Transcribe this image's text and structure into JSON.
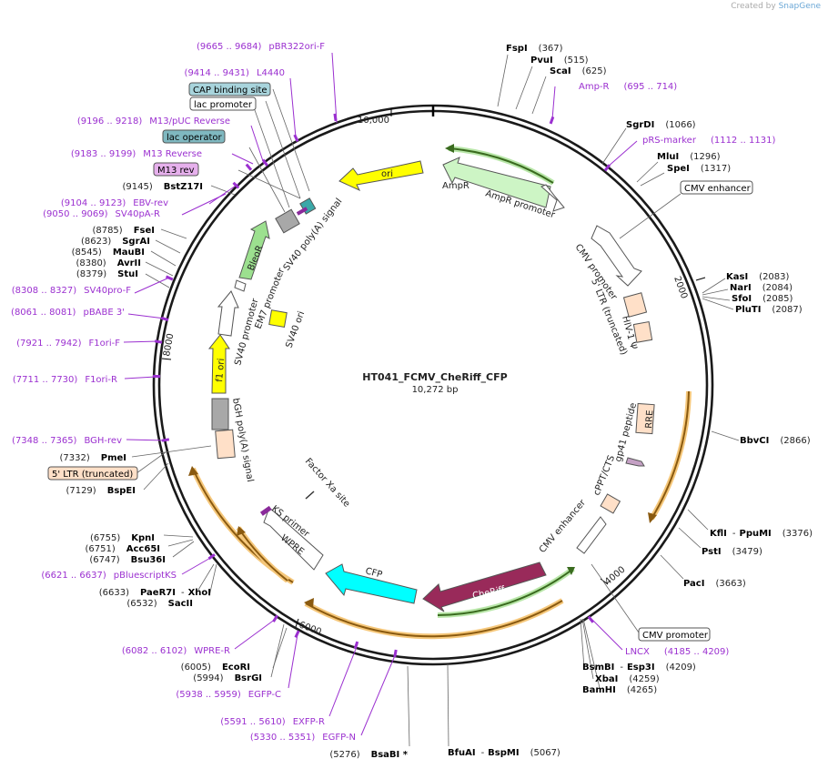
{
  "credit": {
    "prefix": "Created by",
    "brand": "SnapGene"
  },
  "plasmid": {
    "name": "HT041_FCMV_CheRiff_CFP",
    "length_label": "10,272 bp"
  },
  "ruler": [
    "10,000",
    "2000",
    "4000",
    "6000",
    "8000"
  ],
  "restriction_sites": [
    {
      "name": "FspI",
      "pos": "(367)"
    },
    {
      "name": "PvuI",
      "pos": "(515)"
    },
    {
      "name": "ScaI",
      "pos": "(625)"
    },
    {
      "name": "SgrDI",
      "pos": "(1066)"
    },
    {
      "name": "MluI",
      "pos": "(1296)"
    },
    {
      "name": "SpeI",
      "pos": "(1317)"
    },
    {
      "name": "KasI",
      "pos": "(2083)"
    },
    {
      "name": "NarI",
      "pos": "(2084)"
    },
    {
      "name": "SfoI",
      "pos": "(2085)"
    },
    {
      "name": "PluTI",
      "pos": "(2087)"
    },
    {
      "name": "BbvCI",
      "pos": "(2866)"
    },
    {
      "name": "KflI",
      "sep": "-",
      "name2": "PpuMI",
      "pos": "(3376)"
    },
    {
      "name": "PstI",
      "pos": "(3479)"
    },
    {
      "name": "PacI",
      "pos": "(3663)"
    },
    {
      "name": "BsmBI",
      "sep": "-",
      "name2": "Esp3I",
      "pos": "(4209)"
    },
    {
      "name": "XbaI",
      "pos": "(4259)"
    },
    {
      "name": "BamHI",
      "pos": "(4265)"
    },
    {
      "name": "BfuAI",
      "sep": "-",
      "name2": "BspMI",
      "pos": "(5067)"
    },
    {
      "name": "BsaBI *",
      "pos": "(5276)"
    },
    {
      "name": "BsrGI",
      "pos": "(5994)"
    },
    {
      "name": "EcoRI",
      "pos": "(6005)"
    },
    {
      "name": "SacII",
      "pos": "(6532)"
    },
    {
      "name": "PaeR7I",
      "sep": "-",
      "name2": "XhoI",
      "pos": "(6633)"
    },
    {
      "name": "Bsu36I",
      "pos": "(6747)"
    },
    {
      "name": "Acc65I",
      "pos": "(6751)"
    },
    {
      "name": "KpnI",
      "pos": "(6755)"
    },
    {
      "name": "BspEI",
      "pos": "(7129)"
    },
    {
      "name": "PmeI",
      "pos": "(7332)"
    },
    {
      "name": "StuI",
      "pos": "(8379)"
    },
    {
      "name": "AvrII",
      "pos": "(8380)"
    },
    {
      "name": "MauBI",
      "pos": "(8545)"
    },
    {
      "name": "SgrAI",
      "pos": "(8623)"
    },
    {
      "name": "FseI",
      "pos": "(8785)"
    },
    {
      "name": "BstZ17I",
      "pos": "(9145)"
    }
  ],
  "primers": [
    {
      "name": "pBR322ori-F",
      "range": "(9665 .. 9684)"
    },
    {
      "name": "L4440",
      "range": "(9414 .. 9431)"
    },
    {
      "name": "M13/pUC Reverse",
      "range": "(9196 .. 9218)"
    },
    {
      "name": "M13 Reverse",
      "range": "(9183 .. 9199)"
    },
    {
      "name": "EBV-rev",
      "range": "(9104 .. 9123)"
    },
    {
      "name": "SV40pA-R",
      "range": "(9050 .. 9069)"
    },
    {
      "name": "SV40pro-F",
      "range": "(8308 .. 8327)"
    },
    {
      "name": "pBABE 3'",
      "range": "(8061 .. 8081)"
    },
    {
      "name": "F1ori-F",
      "range": "(7921 .. 7942)"
    },
    {
      "name": "F1ori-R",
      "range": "(7711 .. 7730)"
    },
    {
      "name": "BGH-rev",
      "range": "(7348 .. 7365)"
    },
    {
      "name": "pBluescriptKS",
      "range": "(6621 .. 6637)"
    },
    {
      "name": "WPRE-R",
      "range": "(6082 .. 6102)"
    },
    {
      "name": "EGFP-C",
      "range": "(5938 .. 5959)"
    },
    {
      "name": "EXFP-R",
      "range": "(5591 .. 5610)"
    },
    {
      "name": "EGFP-N",
      "range": "(5330 .. 5351)"
    },
    {
      "name": "Amp-R",
      "range": "(695 .. 714)"
    },
    {
      "name": "pRS-marker",
      "range": "(1112 .. 1131)"
    },
    {
      "name": "LNCX",
      "range": "(4185 .. 4209)"
    }
  ],
  "boxed_labels": {
    "cap_binding_site": "CAP binding site",
    "lac_promoter": "lac promoter",
    "lac_operator": "lac operator",
    "m13_rev": "M13 rev",
    "ltr5_truncated": "5' LTR (truncated)",
    "cmv_enhancer_top": "CMV enhancer",
    "cmv_promoter_bottom": "CMV promoter"
  },
  "features": {
    "ori": "ori",
    "ampr_arrow": "AmpR",
    "ampr": "AmpR",
    "ampr_promoter": "AmpR promoter",
    "cmv_promoter": "CMV promoter",
    "ltr5": "5' LTR (truncated)",
    "hiv1_psi": "HIV-1 Ψ",
    "rre": "RRE",
    "gp41": "gp41 peptide",
    "cppt": "cPPT/CTS",
    "cmv_enhancer": "CMV enhancer",
    "cheriff": "CheRiff",
    "cfp": "CFP",
    "wpre": "WPRE",
    "ks_primer": "KS primer",
    "factor_xa": "Factor Xa site",
    "bgh": "bGH poly(A) signal",
    "f1ori": "f1 ori",
    "sv40_promoter": "SV40 promoter",
    "em7": "EM7 promoter",
    "bleor": "BleoR",
    "sv40_ori": "SV40 ori",
    "sv40_polya": "SV40 poly(A) signal"
  },
  "colors": {
    "primer": "#9b30d0",
    "ori": "#ffff00",
    "ampr": "#cdf5c5",
    "cheriff": "#992a5a",
    "cfp": "#00ffff",
    "bleor": "#9ce08f",
    "ltr": "#ffe0c8",
    "protein_band": "#f5c77a",
    "backbone": "#1a1a1a"
  }
}
